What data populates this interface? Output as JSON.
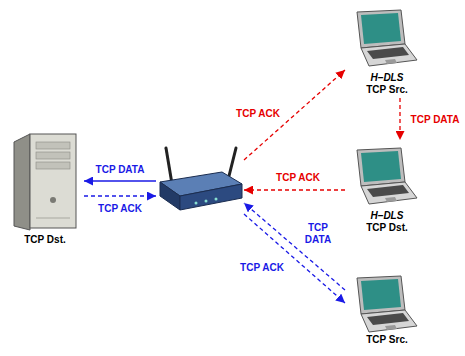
{
  "diagram": {
    "nodes": [
      {
        "text": [
          "TCP Dst."
        ]
      },
      {
        "text": []
      },
      {
        "text": [
          "H–DLS",
          "TCP Src."
        ]
      },
      {
        "text": [
          "H–DLS",
          "TCP Dst."
        ]
      },
      {
        "text": [
          "TCP Src."
        ]
      }
    ],
    "edges": [
      {
        "from": 1,
        "to": 0,
        "arrow": "to",
        "label": "TCP DATA"
      },
      {
        "from": 0,
        "to": 1,
        "arrow": "to",
        "label": "TCP ACK"
      },
      {
        "from": 1,
        "to": 2,
        "arrow": "to",
        "label": "TCP ACK"
      },
      {
        "from": 2,
        "to": 3,
        "arrow": "to",
        "label": "TCP DATA"
      },
      {
        "from": 3,
        "to": 1,
        "arrow": "to",
        "label": "TCP ACK"
      },
      {
        "from": 4,
        "to": 1,
        "arrow": "to",
        "label": "TCP DATA"
      },
      {
        "from": 1,
        "to": 4,
        "arrow": "to",
        "label": "TCP ACK"
      }
    ]
  }
}
